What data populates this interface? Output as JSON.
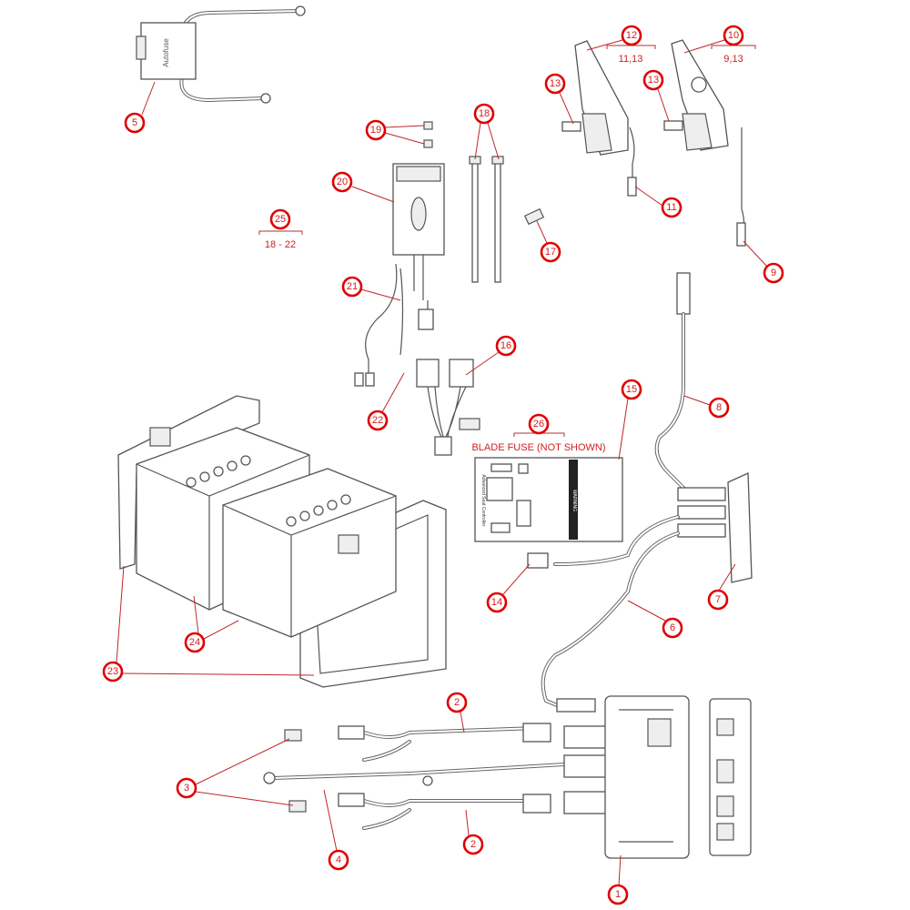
{
  "callouts": [
    {
      "id": "c5",
      "num": "5"
    },
    {
      "id": "c19",
      "num": "19"
    },
    {
      "id": "c18",
      "num": "18"
    },
    {
      "id": "c20",
      "num": "20"
    },
    {
      "id": "c25",
      "num": "25"
    },
    {
      "id": "c12",
      "num": "12"
    },
    {
      "id": "c10",
      "num": "10"
    },
    {
      "id": "c13a",
      "num": "13"
    },
    {
      "id": "c13b",
      "num": "13"
    },
    {
      "id": "c11",
      "num": "11"
    },
    {
      "id": "c17",
      "num": "17"
    },
    {
      "id": "c9",
      "num": "9"
    },
    {
      "id": "c21",
      "num": "21"
    },
    {
      "id": "c16",
      "num": "16"
    },
    {
      "id": "c15",
      "num": "15"
    },
    {
      "id": "c8",
      "num": "8"
    },
    {
      "id": "c22",
      "num": "22"
    },
    {
      "id": "c26",
      "num": "26"
    },
    {
      "id": "c14",
      "num": "14"
    },
    {
      "id": "c7",
      "num": "7"
    },
    {
      "id": "c6",
      "num": "6"
    },
    {
      "id": "c24",
      "num": "24"
    },
    {
      "id": "c23",
      "num": "23"
    },
    {
      "id": "c2a",
      "num": "2"
    },
    {
      "id": "c3",
      "num": "3"
    },
    {
      "id": "c2b",
      "num": "2"
    },
    {
      "id": "c4",
      "num": "4"
    },
    {
      "id": "c1",
      "num": "1"
    }
  ],
  "notes": {
    "kit25": "18 - 22",
    "kit12": "11,13",
    "kit10": "9,13",
    "fuse26": "BLADE FUSE (NOT SHOWN)"
  },
  "part_text": {
    "autofuse": "Autofuse",
    "seat_controller": "Advanced Seat Controller",
    "warning": "WARNING"
  },
  "colors": {
    "callout": "#e00000",
    "leader": "#c0262d",
    "line_art": "#555555"
  }
}
